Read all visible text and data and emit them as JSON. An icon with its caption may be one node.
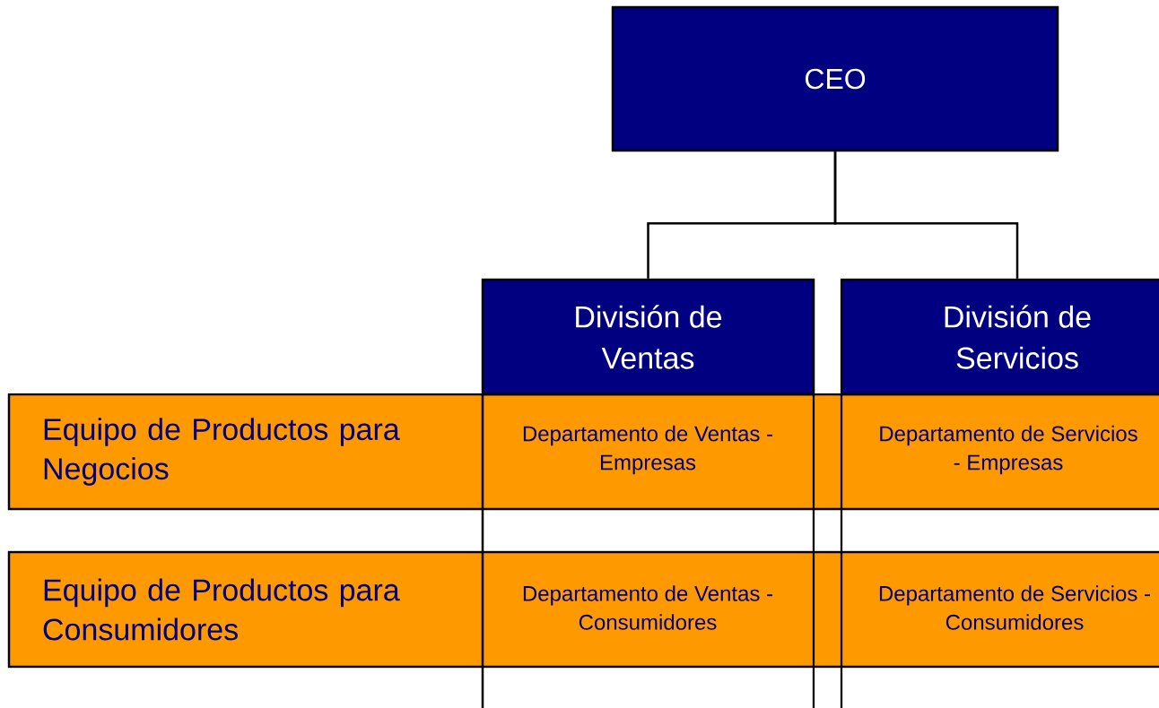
{
  "diagram": {
    "nodes": [
      {
        "text": [
          "CEO"
        ]
      },
      {
        "text": [
          "División de Ventas"
        ]
      },
      {
        "text": [
          "División de Servicios"
        ]
      },
      {
        "text": [
          "Equipo de Productos para Negocios"
        ]
      },
      {
        "text": [
          "Equipo de Productos para Consumidores"
        ]
      },
      {
        "text": [
          "Departamento de Ventas - Empresas"
        ],
        "in": 3
      },
      {
        "text": [
          "Departamento de Servicios - Empresas"
        ],
        "in": 3
      },
      {
        "text": [
          "Departamento de Ventas - Consumidores"
        ],
        "in": 4
      },
      {
        "text": [
          "Departamento de Servicios - Consumidores"
        ],
        "in": 4
      }
    ],
    "edges": [
      {
        "from": 0,
        "to": 1,
        "arrow": "none"
      },
      {
        "from": 0,
        "to": 2,
        "arrow": "none"
      }
    ]
  }
}
